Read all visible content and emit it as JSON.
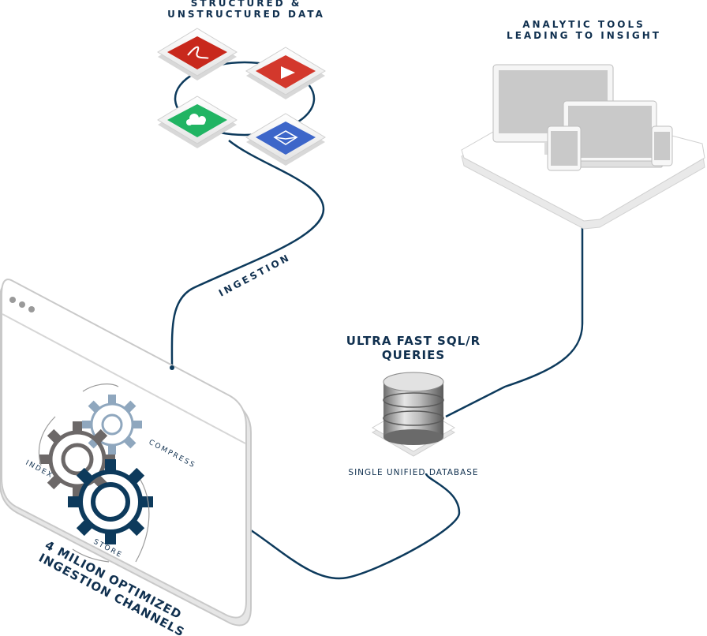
{
  "labels": {
    "sources_line1": "STRUCTURED &",
    "sources_line2": "UNSTRUCTURED DATA",
    "tools_line1": "ANALYTIC TOOLS",
    "tools_line2": "LEADING TO INSIGHT",
    "ingestion": "INGESTION",
    "queries_line1": "ULTRA FAST SQL/R",
    "queries_line2": "QUERIES",
    "database": "SINGLE UNIFIED DATABASE",
    "channels_line1": "4 MILION OPTIMIZED",
    "channels_line2": "INGESTION CHANNELS",
    "gear_index": "INDEX",
    "gear_compress": "COMPRESS",
    "gear_store": "STORE"
  },
  "icons": {
    "pdf": "pdf-icon",
    "video": "video-icon",
    "cloud": "cloud-icon",
    "mail": "mail-icon"
  },
  "colors": {
    "line": "#0d3a5c",
    "text": "#10304f",
    "pdf": "#c8281c",
    "video": "#d3382c",
    "cloud": "#21b463",
    "mail": "#3d66c9",
    "gear_gray": "#6c6868",
    "gear_light": "#8fa7be",
    "gear_dark": "#0d3a5c"
  }
}
